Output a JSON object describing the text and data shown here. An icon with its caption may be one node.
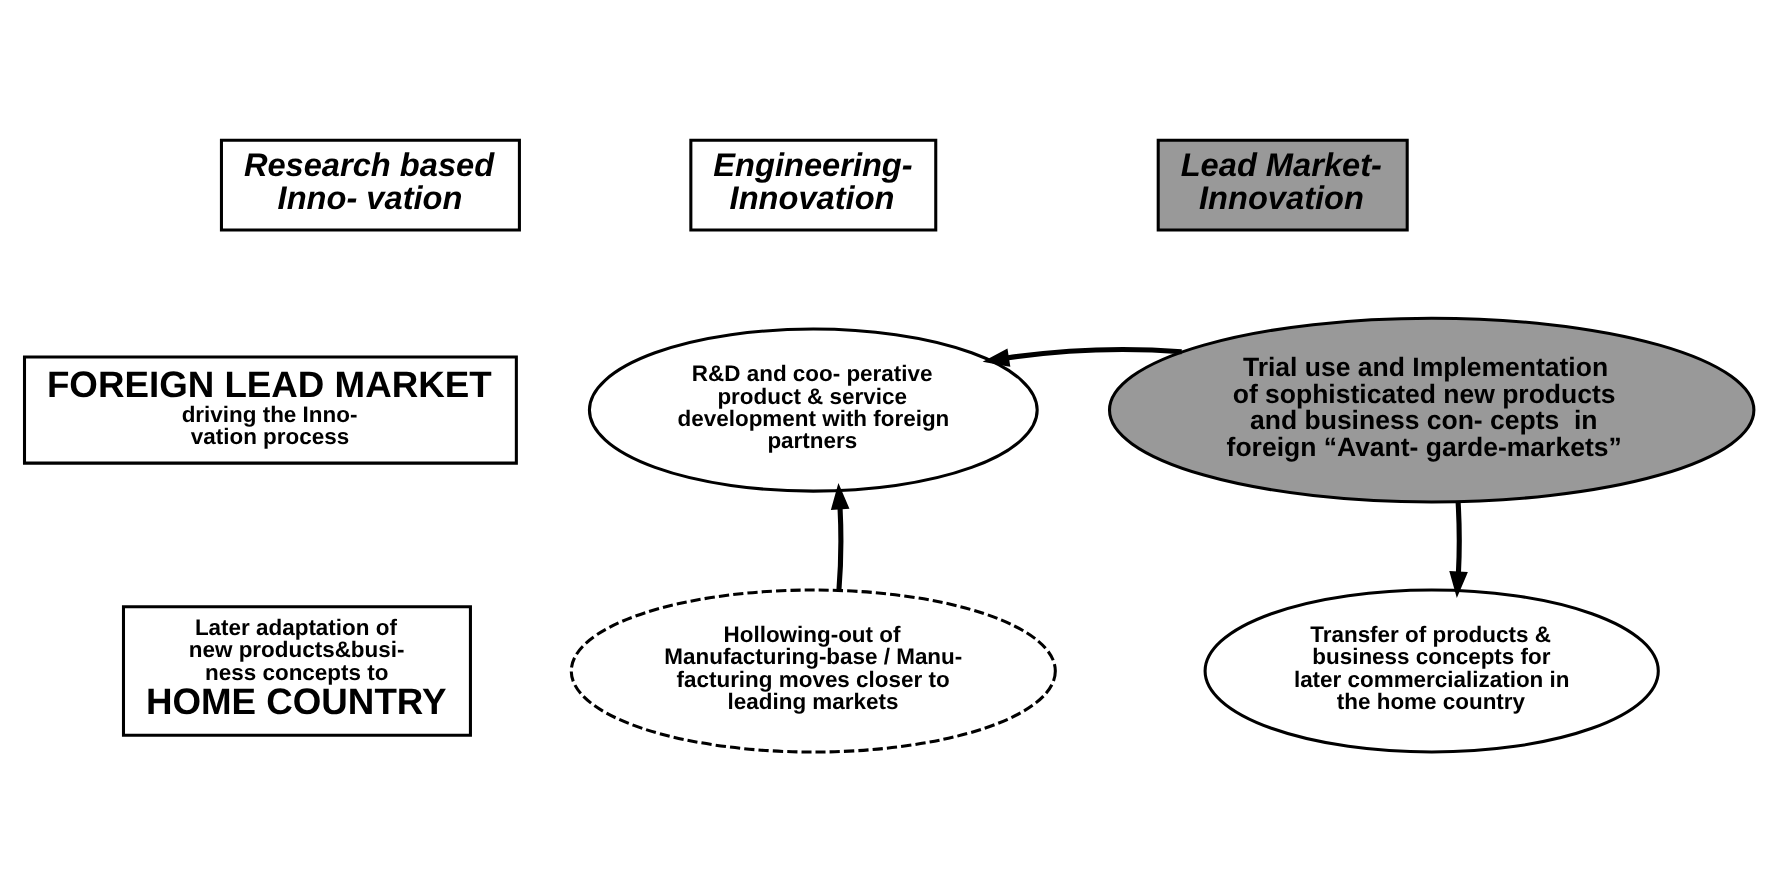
{
  "diagram": {
    "nodes": [
      {
        "text": [
          "Research based Inno- vation"
        ]
      },
      {
        "text": [
          "Engineering- Innovation"
        ]
      },
      {
        "text": [
          "Lead Market- Innovation"
        ]
      },
      {
        "text": [
          "FOREIGN LEAD MARKET",
          "driving the Inno- vation process"
        ]
      },
      {
        "text": [
          "R&D and coo- perative product & service development with foreign partners"
        ]
      },
      {
        "text": [
          "Trial use and Implementation of sophisticated new products and business con- cepts  in foreign “Avant- garde-markets”"
        ]
      },
      {
        "text": [
          "Later adaptation of new products&busi- ness concepts to",
          "HOME COUNTRY"
        ]
      },
      {
        "text": [
          "Hollowing-out of Manufacturing-base / Manu- facturing moves closer to leading markets"
        ]
      },
      {
        "text": [
          "Transfer of products & business concepts for later commercialization in the home country"
        ]
      }
    ],
    "edges": [
      {
        "from": 5,
        "to": 4,
        "arrow": "to"
      },
      {
        "from": 7,
        "to": 4,
        "arrow": "to"
      },
      {
        "from": 5,
        "to": 8,
        "arrow": "to"
      }
    ]
  }
}
